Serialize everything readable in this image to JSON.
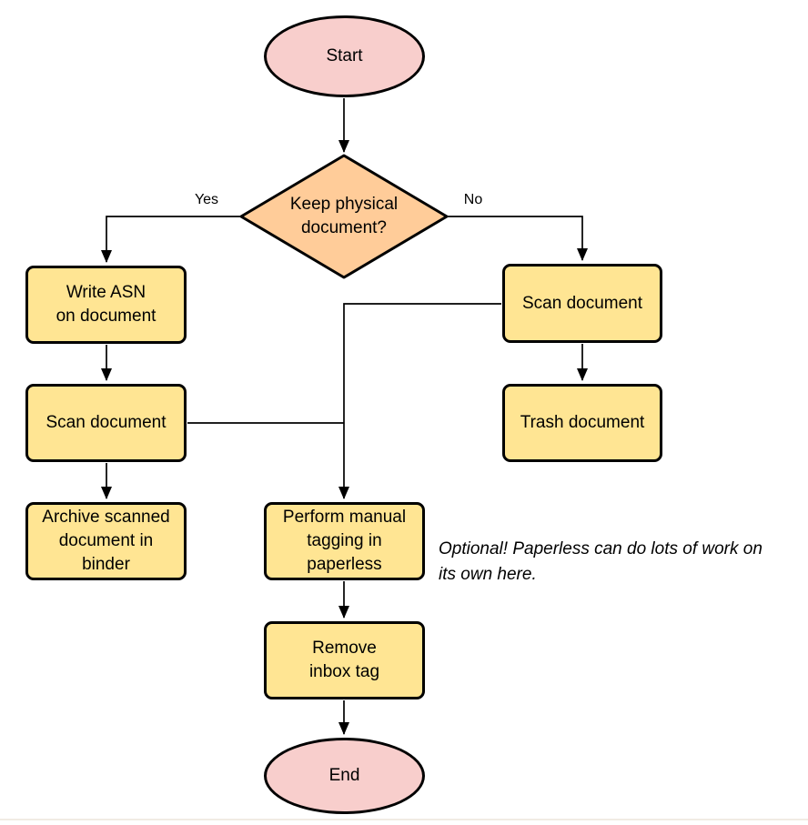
{
  "diagram": {
    "title_implicit": "Paperless document intake flowchart",
    "nodes": {
      "start": {
        "label": "Start",
        "type": "terminator"
      },
      "decision": {
        "label": "Keep physical\ndocument?",
        "type": "decision"
      },
      "write_asn": {
        "label": "Write ASN\non document",
        "type": "process"
      },
      "scan_left": {
        "label": "Scan document",
        "type": "process"
      },
      "archive": {
        "label": "Archive scanned\ndocument in\nbinder",
        "type": "process"
      },
      "scan_right": {
        "label": "Scan document",
        "type": "process"
      },
      "trash": {
        "label": "Trash document",
        "type": "process"
      },
      "tagging": {
        "label": "Perform manual\ntagging in\npaperless",
        "type": "process"
      },
      "remove_inbox": {
        "label": "Remove\ninbox tag",
        "type": "process"
      },
      "end": {
        "label": "End",
        "type": "terminator"
      }
    },
    "edge_labels": {
      "yes": "Yes",
      "no": "No"
    },
    "note": "Optional! Paperless can do lots of work on\nits own here.",
    "colors": {
      "terminator_fill": "#f8cecc",
      "decision_fill": "#ffcc99",
      "process_fill": "#ffe593",
      "stroke": "#000000",
      "background": "#ffffff"
    }
  }
}
